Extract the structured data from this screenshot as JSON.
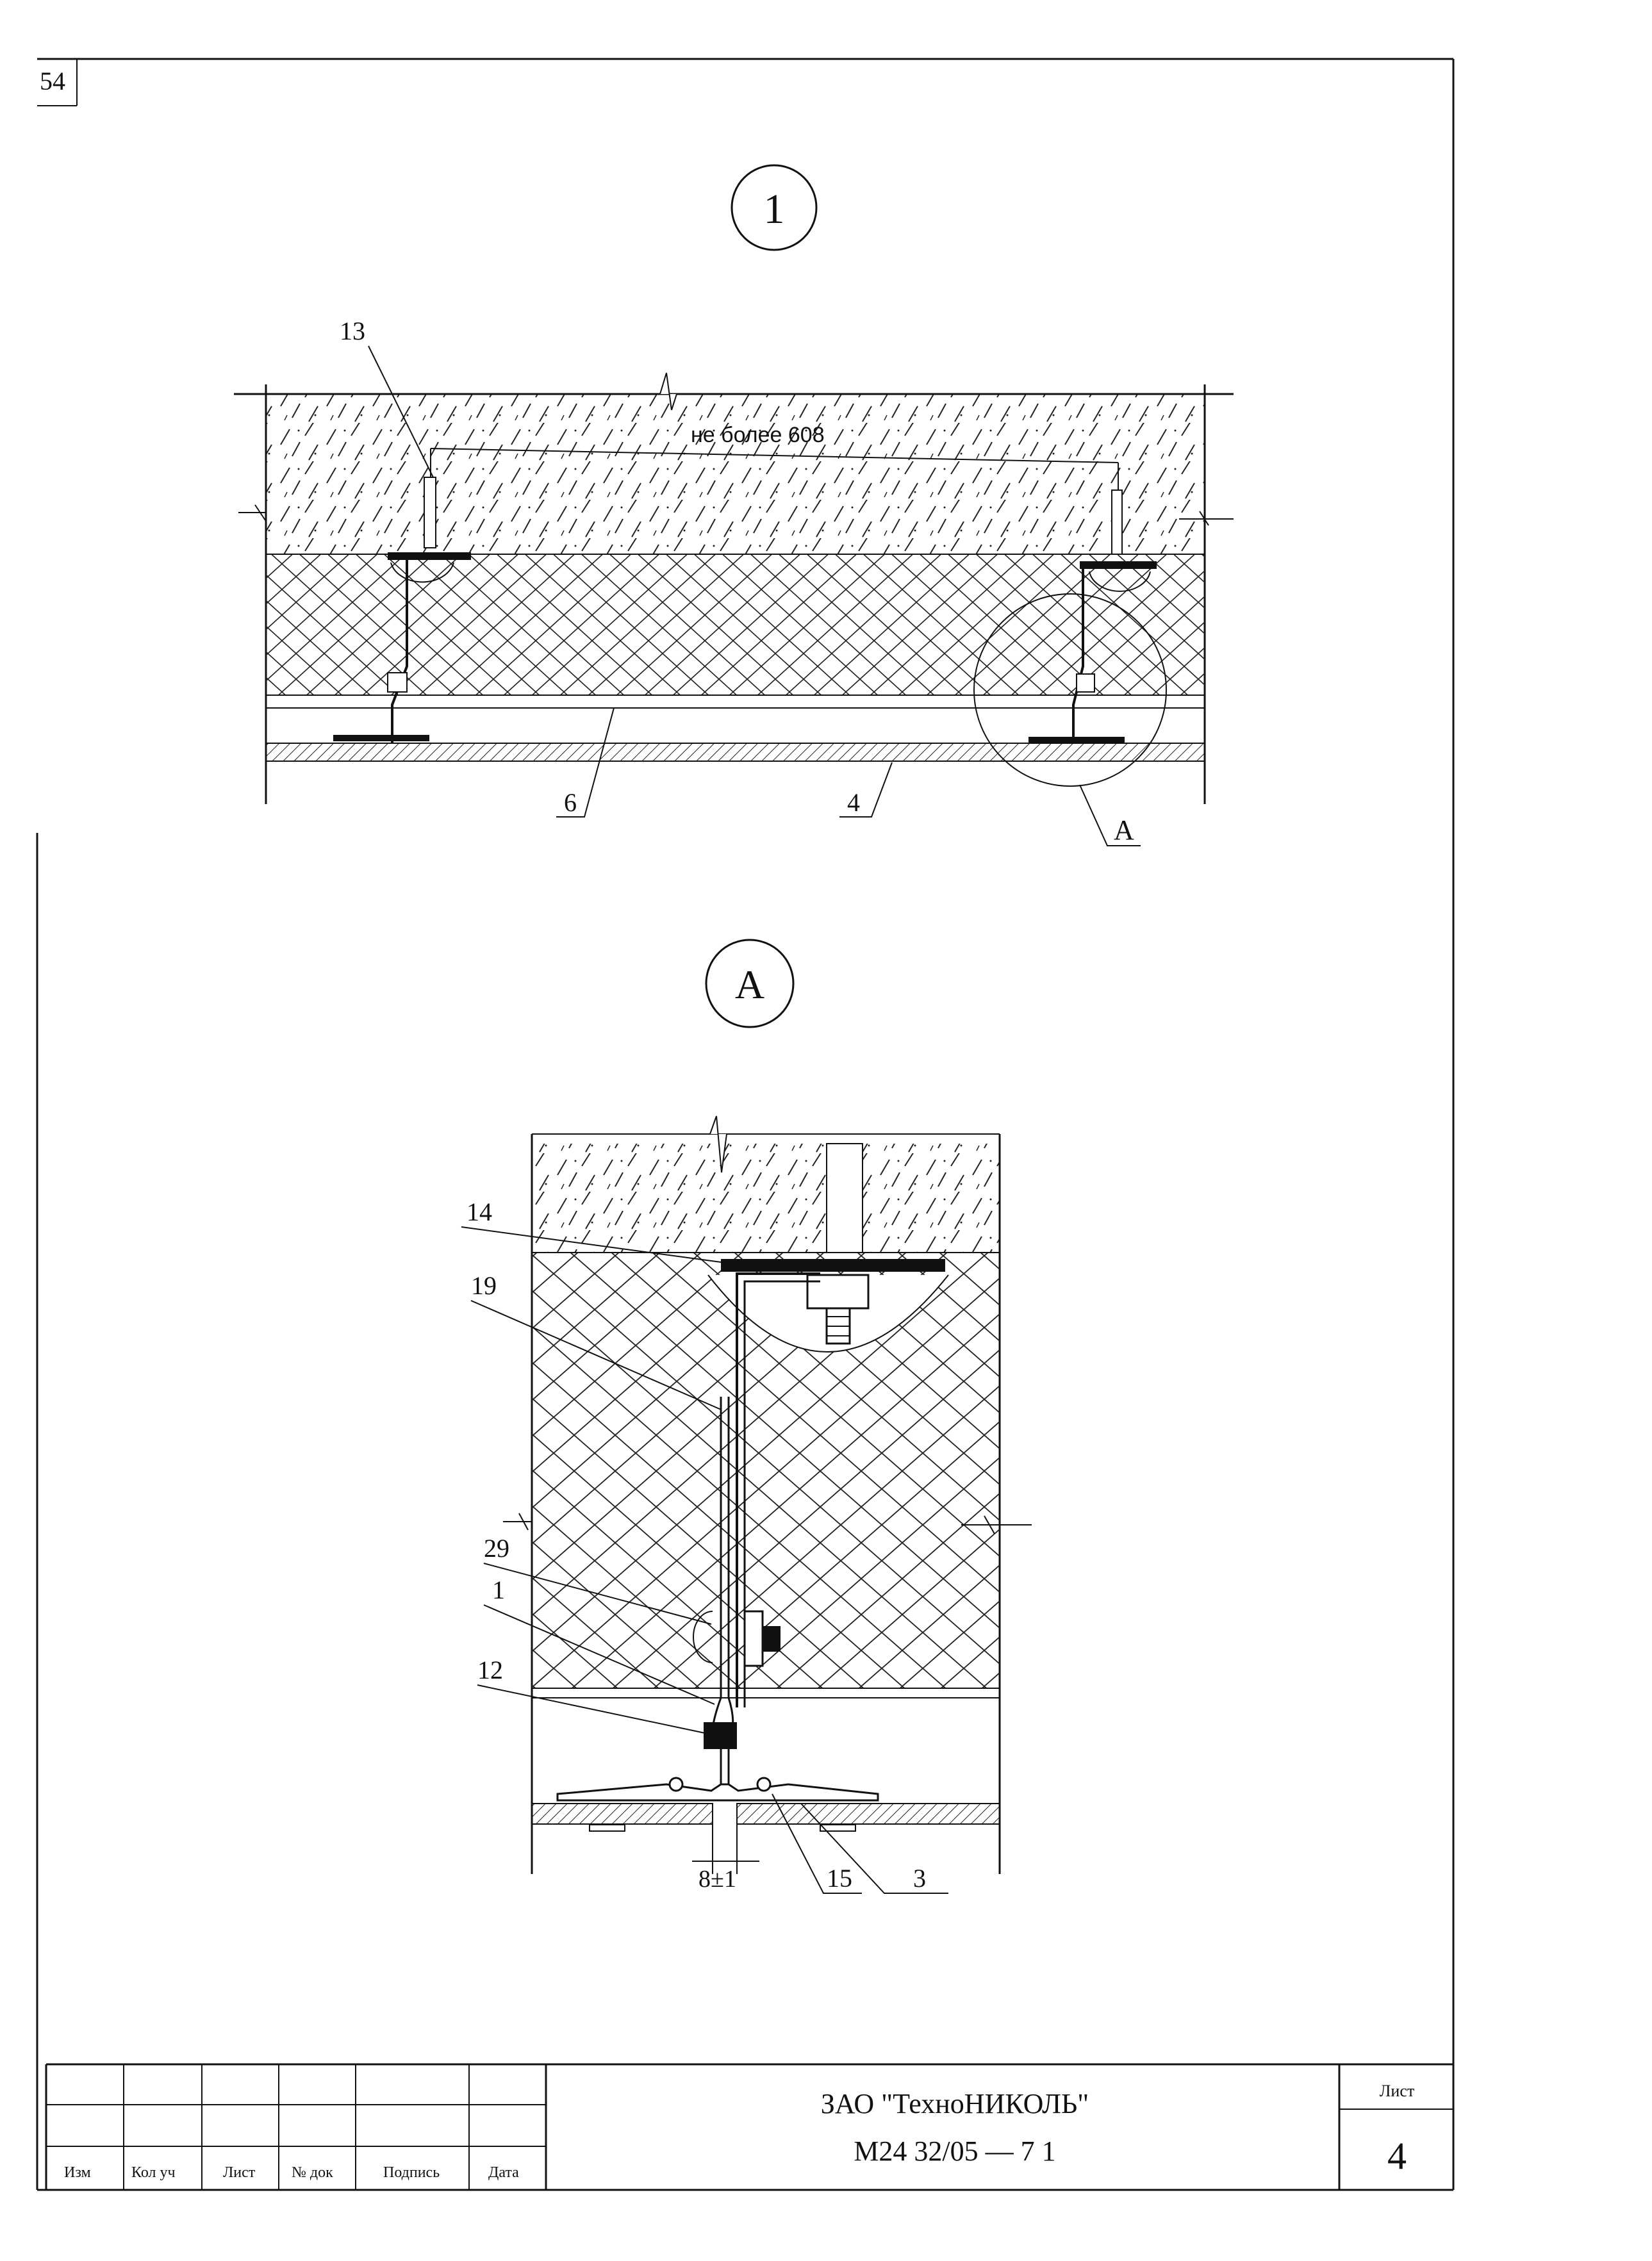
{
  "page": {
    "corner_number": "54"
  },
  "view_1": {
    "marker": "1",
    "dimension_text": "не более 608",
    "callouts": {
      "c13": "13",
      "c6": "6",
      "c4": "4",
      "cA": "А"
    }
  },
  "view_a": {
    "marker": "А",
    "callouts": {
      "c14": "14",
      "c19": "19",
      "c29": "29",
      "c1": "1",
      "c12": "12",
      "c15": "15",
      "c3": "3"
    },
    "gap_dimension": "8±1"
  },
  "title_block": {
    "headers": [
      "Изм",
      "Кол уч",
      "Лист",
      "№ док",
      "Подпись",
      "Дата"
    ],
    "company": "ЗАО \"ТехноНИКОЛЬ\"",
    "doc_code": "М24 32/05 — 7 1",
    "sheet_label": "Лист",
    "sheet_number": "4"
  }
}
